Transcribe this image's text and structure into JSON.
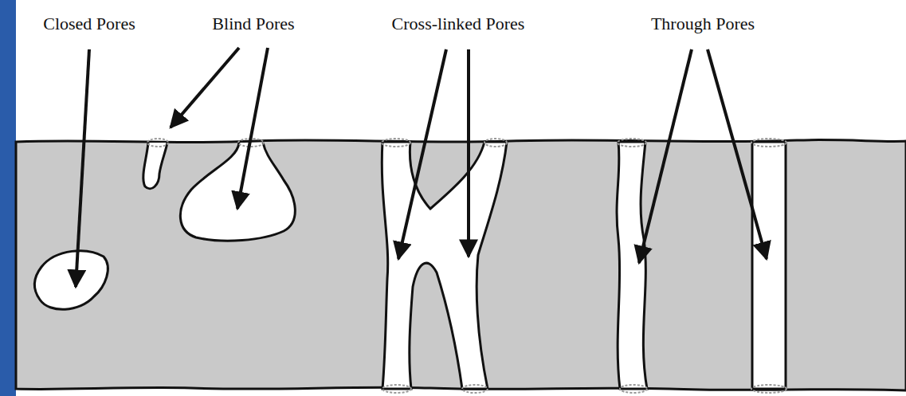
{
  "diagram": {
    "labels": [
      "Closed Pores",
      "Blind Pores",
      "Cross-linked Pores",
      "Through Pores"
    ]
  }
}
